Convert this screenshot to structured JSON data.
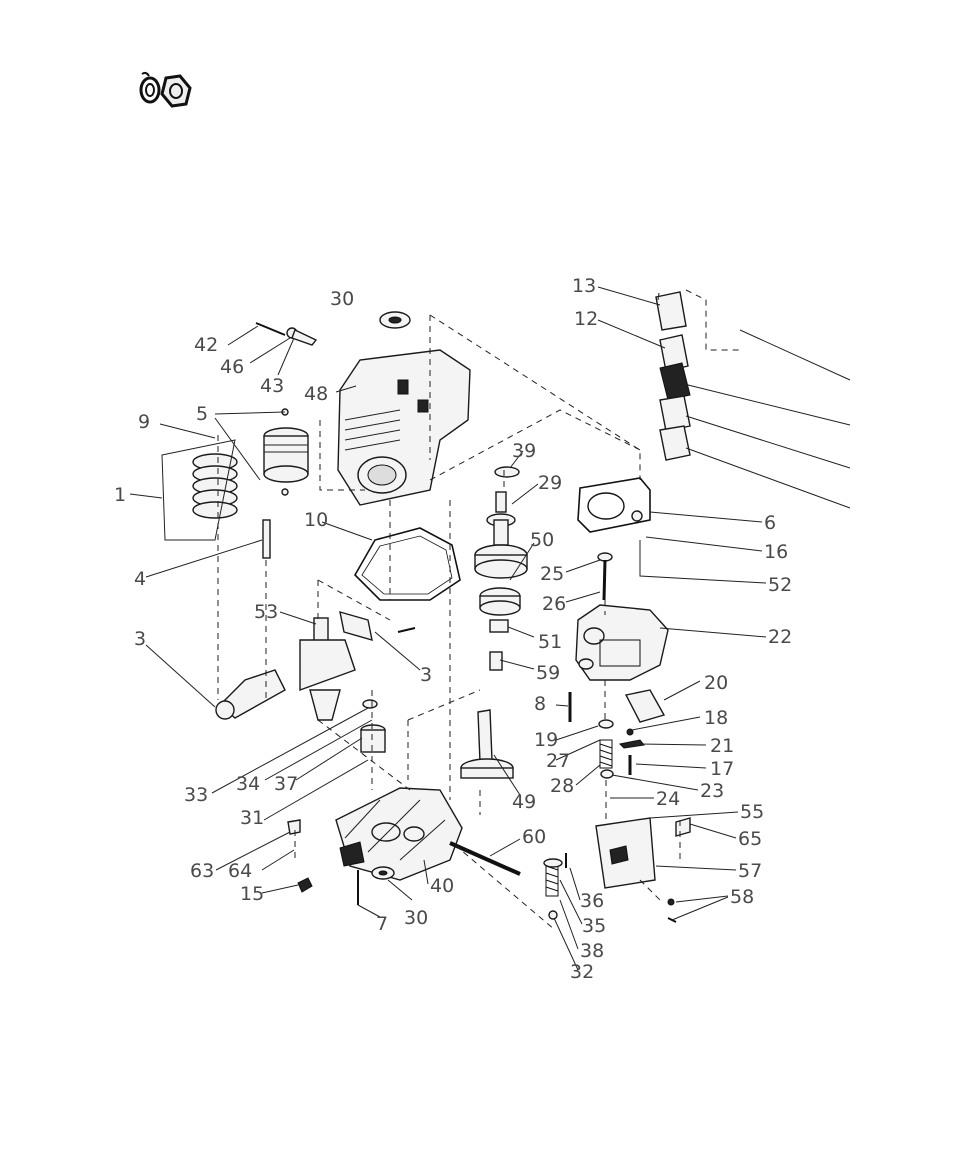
{
  "diagram": {
    "labels": {
      "l1": "1",
      "l3a": "3",
      "l3b": "3",
      "l4": "4",
      "l5": "5",
      "l6": "6",
      "l7": "7",
      "l8": "8",
      "l9": "9",
      "l10": "10",
      "l12": "12",
      "l13": "13",
      "l15": "15",
      "l16": "16",
      "l17": "17",
      "l18": "18",
      "l19": "19",
      "l20": "20",
      "l21": "21",
      "l22": "22",
      "l23": "23",
      "l24": "24",
      "l25": "25",
      "l26": "26",
      "l27": "27",
      "l28": "28",
      "l29": "29",
      "l30a": "30",
      "l30b": "30",
      "l31": "31",
      "l32": "32",
      "l33": "33",
      "l34": "34",
      "l35": "35",
      "l36": "36",
      "l37": "37",
      "l38": "38",
      "l39": "39",
      "l40": "40",
      "l42": "42",
      "l43": "43",
      "l46": "46",
      "l48": "48",
      "l49": "49",
      "l50": "50",
      "l51": "51",
      "l52": "52",
      "l53": "53",
      "l55": "55",
      "l57": "57",
      "l58": "58",
      "l59": "59",
      "l60": "60",
      "l63": "63",
      "l64": "64",
      "l65": "65"
    }
  }
}
